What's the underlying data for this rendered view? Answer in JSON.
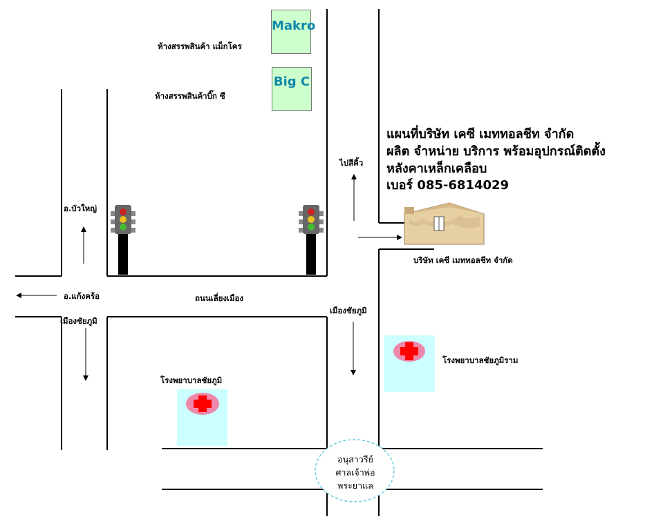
{
  "title": {
    "line1": "แผนที่บริษัท เคซี เมททอลชีท จำกัด",
    "line2": "ผลิต จำหน่าย บริการ พร้อมอุปกรณ์ติดตั้ง",
    "line3": "หลังคาเหล็กเคลือบ",
    "line4": "เบอร์ 085-6814029"
  },
  "stores": {
    "makro_logo": "Makro",
    "makro_label": "ห้างสรรพสินค้า แม็กโคร",
    "bigc_logo": "Big C",
    "bigc_label": "ห้างสรรพสินค้าบิ๊ก ซี"
  },
  "places": {
    "company_label": "บริษัท เคซี เมททอลชีท จำกัด",
    "hospital_chaiyaphum": "โรงพยาบาลชัยภูมิ",
    "hospital_chaiyaphumram": "โรงพยาบาลชัยภูมิราม",
    "monument_line1": "อนุสาวรีย์",
    "monument_line2": "ศาลเจ้าพ่อ",
    "monument_line3": "พระยาแล"
  },
  "roads": {
    "bypass": "ถนนเลี่ยงเมือง",
    "to_phusiao": "ไปสีคิ้ว",
    "to_bua_yai": "อ.บัวใหญ่",
    "to_kaeng_khro": "อ.แก้งคร้อ",
    "city_left": "เมืองชัยภูมิ",
    "city_right": "เมืองชัยภูมิ"
  },
  "colors": {
    "store_bg": "#ccffcc",
    "logo_text": "#1188aa",
    "hospital_bg": "#ccffff",
    "hospital_oval": "#ee88aa",
    "red_cross": "#ff0000",
    "monument_circle": "#66ccdd"
  },
  "icons": [
    "traffic-light-icon",
    "red-cross-icon",
    "building-icon",
    "arrow-icon"
  ]
}
